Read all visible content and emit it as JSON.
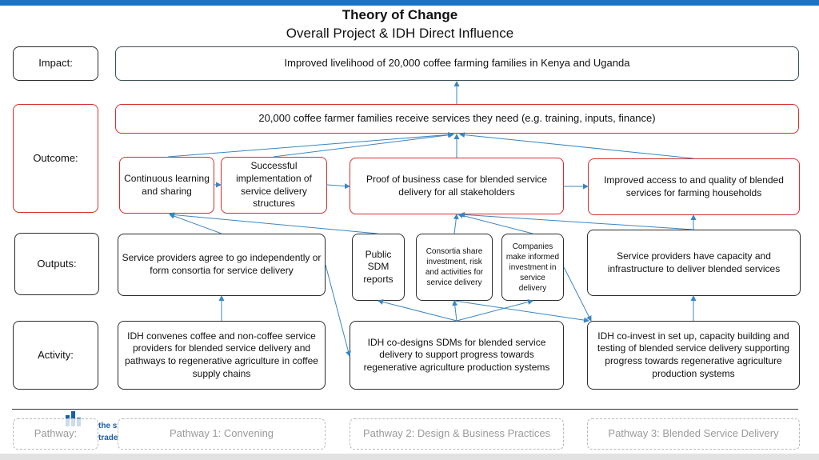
{
  "title": "Theory of Change",
  "subtitle": "Overall Project & IDH Direct Influence",
  "rows": {
    "impact": "Impact:",
    "outcome": "Outcome:",
    "outputs": "Outputs:",
    "activity": "Activity:",
    "pathway": "Pathway:"
  },
  "impact": "Improved livelihood of 20,000 coffee farming families in Kenya and Uganda",
  "outcome": {
    "main": "20,000 coffee farmer families receive services they need (e.g. training, inputs, finance)",
    "continuous": "Continuous learning and sharing",
    "successful": "Successful implementation of service delivery structures",
    "proof": "Proof of business case for blended service delivery for all stakeholders",
    "access": "Improved access to and quality of blended services for farming households"
  },
  "outputs": {
    "agree": "Service providers agree to go independently or form consortia for service delivery",
    "public": "Public SDM reports",
    "consortia": "Consortia share investment, risk and activities for service delivery",
    "companies": "Companies make informed investment in service delivery",
    "capacity": "Service providers have capacity and infrastructure to deliver blended services"
  },
  "activity": {
    "convenes": "IDH convenes coffee and non-coffee service providers for blended service delivery and pathways to regenerative agriculture in coffee supply chains",
    "codesigns": "IDH co-designs SDMs for blended service delivery to support progress towards regenerative agriculture production systems",
    "coinvest": "IDH co-invest in set up, capacity building and testing of blended service delivery supporting progress towards regenerative agriculture production systems"
  },
  "pathways": {
    "p1": "Pathway 1: Convening",
    "p2": "Pathway 2: Design & Business Practices",
    "p3": "Pathway 3: Blended Service Delivery"
  },
  "logo_text": {
    "line1": "the s",
    "line2": "trade"
  },
  "colors": {
    "topbar": "#1a73c6",
    "outcome_border": "#d0312d",
    "arrow": "#3a86c2"
  }
}
